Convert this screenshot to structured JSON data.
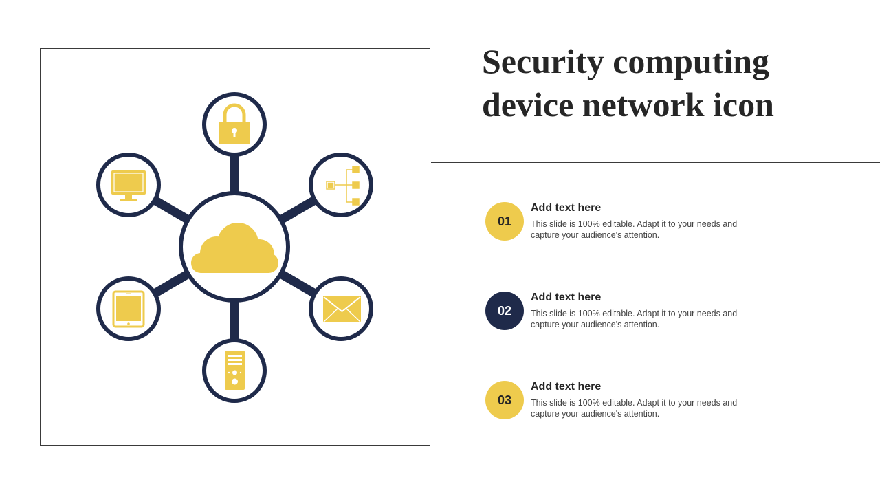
{
  "title": "Security computing device network icon",
  "colors": {
    "navy": "#1f2a4a",
    "yellow": "#eecb4d",
    "text": "#262626"
  },
  "diagram": {
    "center_icon": "cloud-icon",
    "node_icons": [
      "lock-icon",
      "network-tree-icon",
      "email-icon",
      "server-tower-icon",
      "tablet-icon",
      "monitor-icon"
    ]
  },
  "items": [
    {
      "number": "01",
      "heading": "Add text here",
      "body": "This slide is 100% editable. Adapt it to your needs and capture your audience's attention.",
      "badge_color": "#eecb4d"
    },
    {
      "number": "02",
      "heading": "Add text here",
      "body": "This slide is 100% editable. Adapt it to your needs and capture your audience's attention.",
      "badge_color": "#1f2a4a"
    },
    {
      "number": "03",
      "heading": "Add text here",
      "body": "This slide is 100% editable. Adapt it to your needs and capture your audience's attention.",
      "badge_color": "#eecb4d"
    }
  ]
}
